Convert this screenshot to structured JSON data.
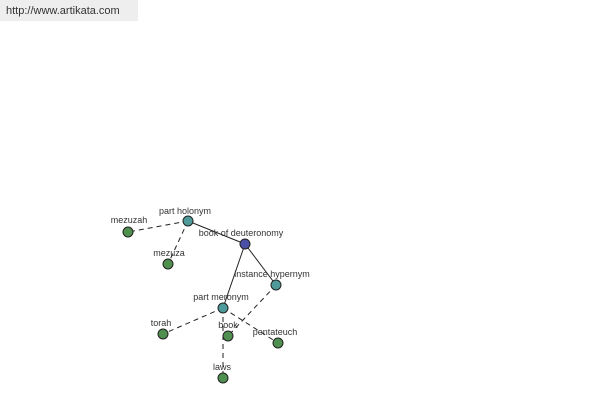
{
  "source_url": "http://www.artikata.com",
  "colors": {
    "root": "#4a50a6",
    "relation": "#4f9a9a",
    "term": "#4f8f4f",
    "edge": "#222222"
  },
  "nodes": [
    {
      "id": "book-of-deuteronomy",
      "label": "book of deuteronomy",
      "kind": "root"
    },
    {
      "id": "part-holonym",
      "label": "part holonym",
      "kind": "relation"
    },
    {
      "id": "instance-hypernym",
      "label": "instance hypernym",
      "kind": "relation"
    },
    {
      "id": "part-meronym",
      "label": "part meronym",
      "kind": "relation"
    },
    {
      "id": "mezuzah",
      "label": "mezuzah",
      "kind": "term"
    },
    {
      "id": "mezuza",
      "label": "mezuza",
      "kind": "term"
    },
    {
      "id": "torah",
      "label": "torah",
      "kind": "term"
    },
    {
      "id": "book",
      "label": "book",
      "kind": "term"
    },
    {
      "id": "pentateuch",
      "label": "pentateuch",
      "kind": "term"
    },
    {
      "id": "laws",
      "label": "laws",
      "kind": "term"
    }
  ],
  "edges": [
    {
      "from": "book-of-deuteronomy",
      "to": "part-holonym",
      "style": "solid"
    },
    {
      "from": "book-of-deuteronomy",
      "to": "instance-hypernym",
      "style": "solid"
    },
    {
      "from": "book-of-deuteronomy",
      "to": "part-meronym",
      "style": "solid"
    },
    {
      "from": "part-holonym",
      "to": "mezuzah",
      "style": "dashed"
    },
    {
      "from": "part-holonym",
      "to": "mezuza",
      "style": "dashed"
    },
    {
      "from": "instance-hypernym",
      "to": "book",
      "style": "dashed"
    },
    {
      "from": "part-meronym",
      "to": "torah",
      "style": "dashed"
    },
    {
      "from": "part-meronym",
      "to": "pentateuch",
      "style": "dashed"
    },
    {
      "from": "part-meronym",
      "to": "laws",
      "style": "dashed"
    }
  ]
}
